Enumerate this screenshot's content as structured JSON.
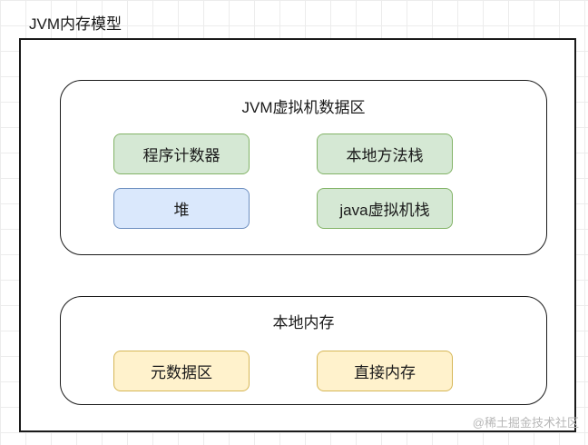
{
  "diagram": {
    "title": "JVM内存模型",
    "jvm_area": {
      "label": "JVM虚拟机数据区",
      "items": [
        "程序计数器",
        "本地方法栈",
        "堆",
        "java虚拟机栈"
      ]
    },
    "native_memory": {
      "label": "本地内存",
      "items": [
        "元数据区",
        "直接内存"
      ]
    }
  },
  "colors": {
    "green_fill": "#d5e8d4",
    "green_stroke": "#82b366",
    "blue_fill": "#dae8fc",
    "blue_stroke": "#6c8ebf",
    "yellow_fill": "#fff2cc",
    "yellow_stroke": "#d6b656"
  },
  "watermark": "@稀土掘金技术社区"
}
